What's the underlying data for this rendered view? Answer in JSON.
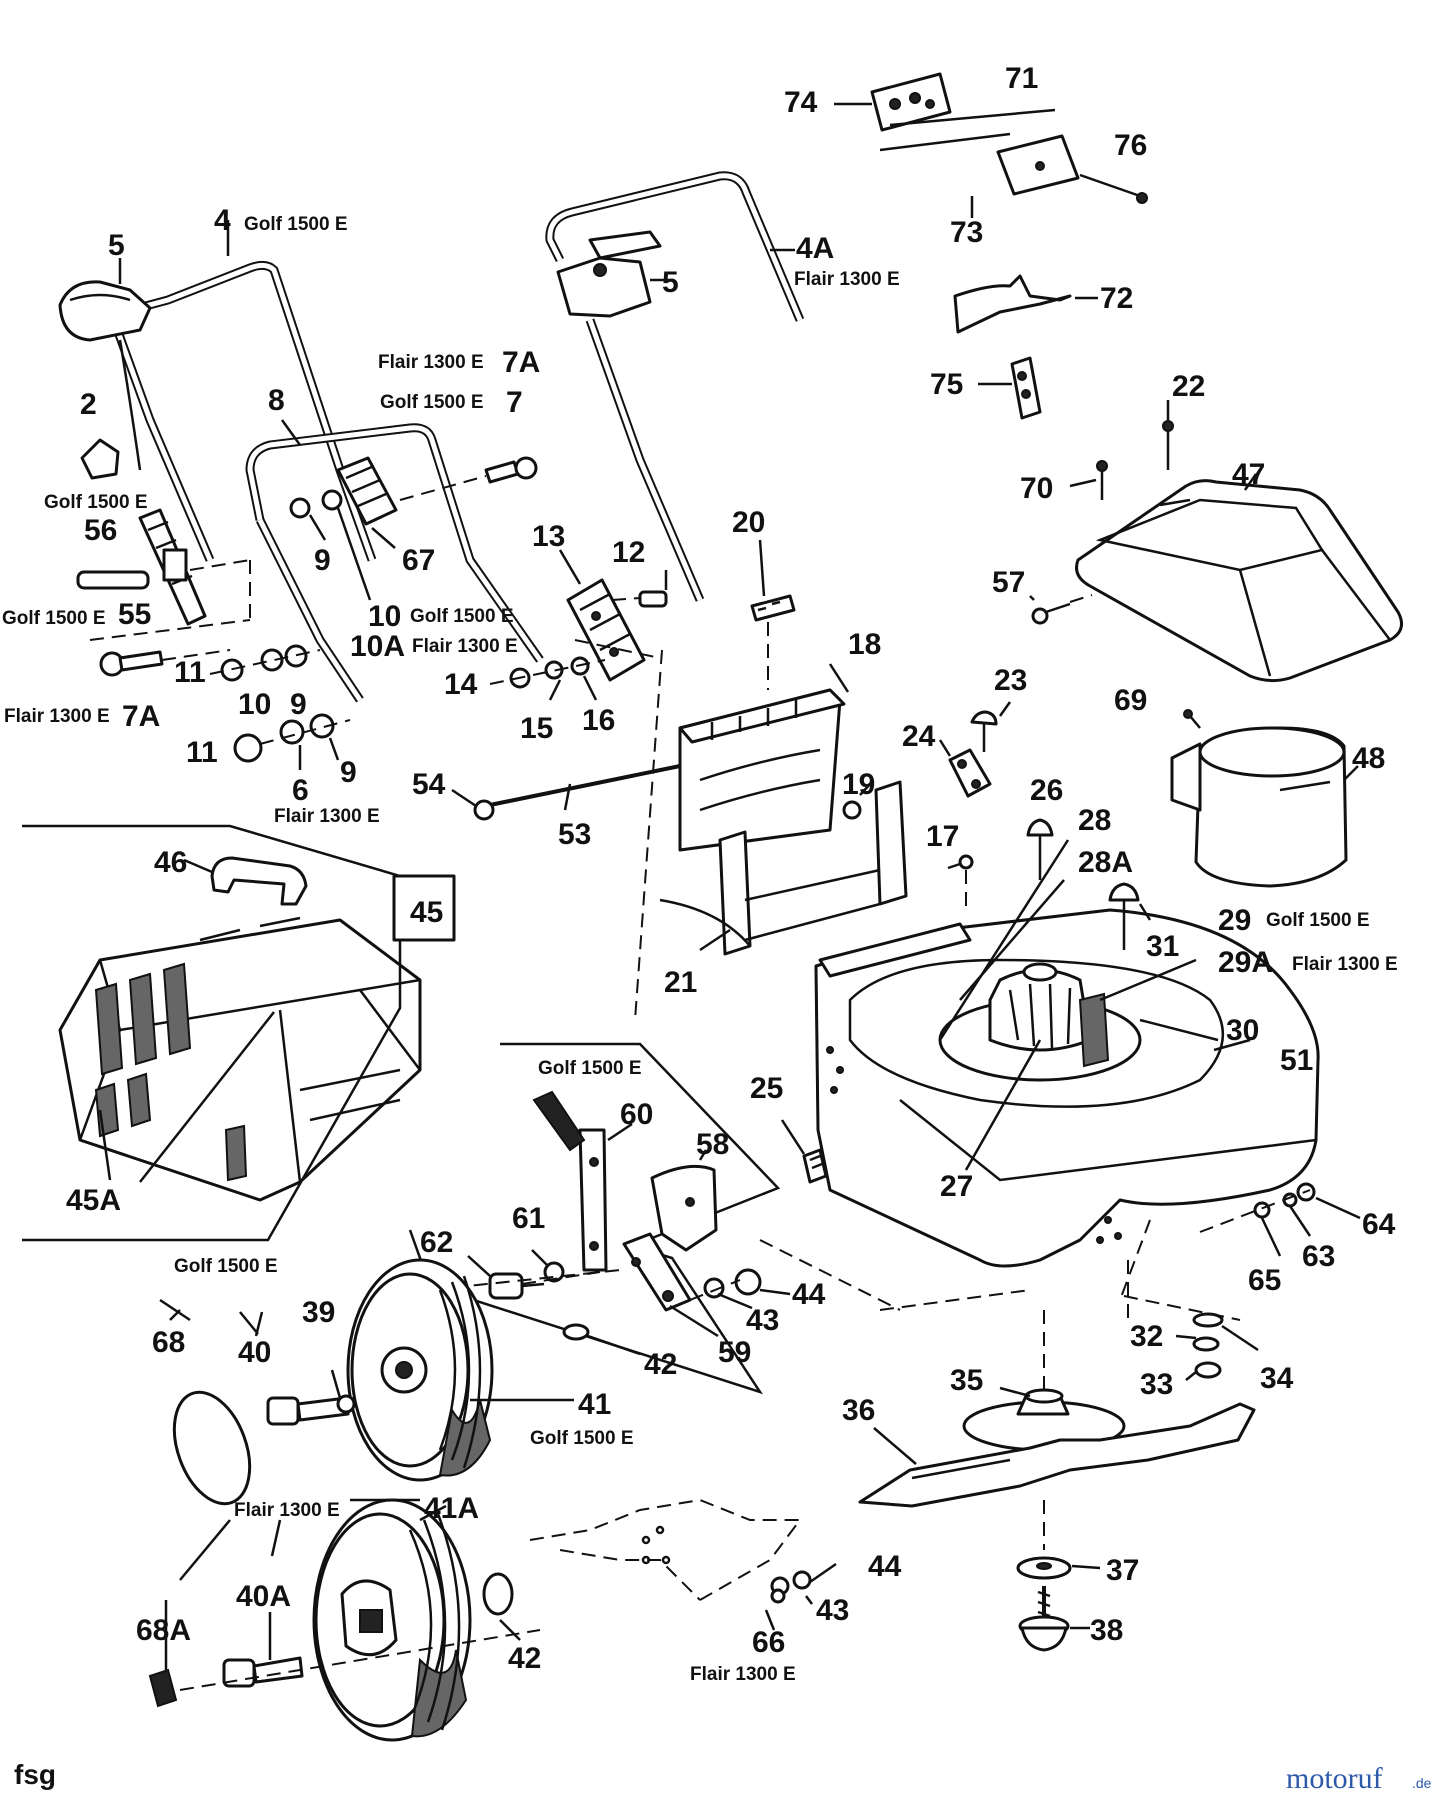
{
  "footer": {
    "left_mark": "fsg",
    "brand": "motoruf",
    "brand_suffix": ".de"
  },
  "models": {
    "golf": "Golf 1500 E",
    "flair": "Flair 1300 E"
  },
  "callouts": {
    "n74": "74",
    "n71": "71",
    "n76": "76",
    "n73": "73",
    "n72": "72",
    "n75": "75",
    "n4": "4",
    "n5a": "5",
    "n4A": "4A",
    "n5b": "5",
    "n7A_top": "7A",
    "n7": "7",
    "n8": "8",
    "n2": "2",
    "n56": "56",
    "n55": "55",
    "n9a": "9",
    "n67": "67",
    "n10_top": "10",
    "n10A": "10A",
    "n7A_bottom": "7A",
    "n11a": "11",
    "n10b": "10",
    "n9b": "9",
    "n11b": "11",
    "n6": "6",
    "n9c": "9",
    "n13": "13",
    "n12": "12",
    "n14": "14",
    "n15": "15",
    "n16": "16",
    "n20": "20",
    "n18": "18",
    "n54": "54",
    "n53": "53",
    "n19": "19",
    "n21": "21",
    "n22": "22",
    "n47": "47",
    "n70": "70",
    "n57": "57",
    "n69": "69",
    "n48": "48",
    "n23": "23",
    "n24": "24",
    "n26": "26",
    "n28": "28",
    "n28A": "28A",
    "n17": "17",
    "n31": "31",
    "n29": "29",
    "n29A": "29A",
    "n30": "30",
    "n51": "51",
    "n27": "27",
    "n25": "25",
    "n46": "46",
    "n45": "45",
    "n45A": "45A",
    "n60": "60",
    "n58": "58",
    "n61": "61",
    "n62": "62",
    "n44a": "44",
    "n43a": "43",
    "n42a": "42",
    "n59": "59",
    "n64": "64",
    "n63": "63",
    "n65": "65",
    "n32": "32",
    "n34": "34",
    "n33": "33",
    "n35": "35",
    "n36": "36",
    "n39": "39",
    "n40": "40",
    "n68": "68",
    "n41": "41",
    "n41A": "41A",
    "n40A": "40A",
    "n68A": "68A",
    "n42b": "42",
    "n44b": "44",
    "n43b": "43",
    "n66": "66",
    "n37": "37",
    "n38": "38"
  }
}
